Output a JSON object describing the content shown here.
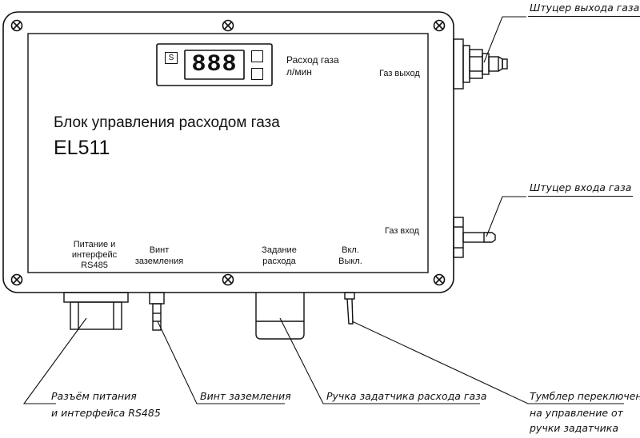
{
  "display": {
    "digits": "888",
    "set_button": "S",
    "up_icon": "triangle-up",
    "down_icon": "triangle-down",
    "label_line1": "Расход газа",
    "label_line2": "л/мин"
  },
  "device": {
    "title": "Блок управления расходом газа",
    "model": "EL511"
  },
  "panel_labels": {
    "gas_out": "Газ выход",
    "gas_in": "Газ вход",
    "power_line1": "Питание и",
    "power_line2": "интерфейс",
    "power_line3": "RS485",
    "ground_line1": "Винт",
    "ground_line2": "заземления",
    "setpoint_line1": "Задание",
    "setpoint_line2": "расхода",
    "switch_line1": "Вкл.",
    "switch_line2": "Выкл."
  },
  "callouts": {
    "outlet_fitting": "Штуцер выхода газа",
    "inlet_fitting": "Штуцер входа газа",
    "connector_line1": "Разъём питания",
    "connector_line2": "и интерфейса RS485",
    "ground_screw": "Винт заземления",
    "knob": "Ручка задатчика расхода газа",
    "toggle_line1": "Тумблер переключения",
    "toggle_line2": "на управление от",
    "toggle_line3": "ручки задатчика"
  }
}
